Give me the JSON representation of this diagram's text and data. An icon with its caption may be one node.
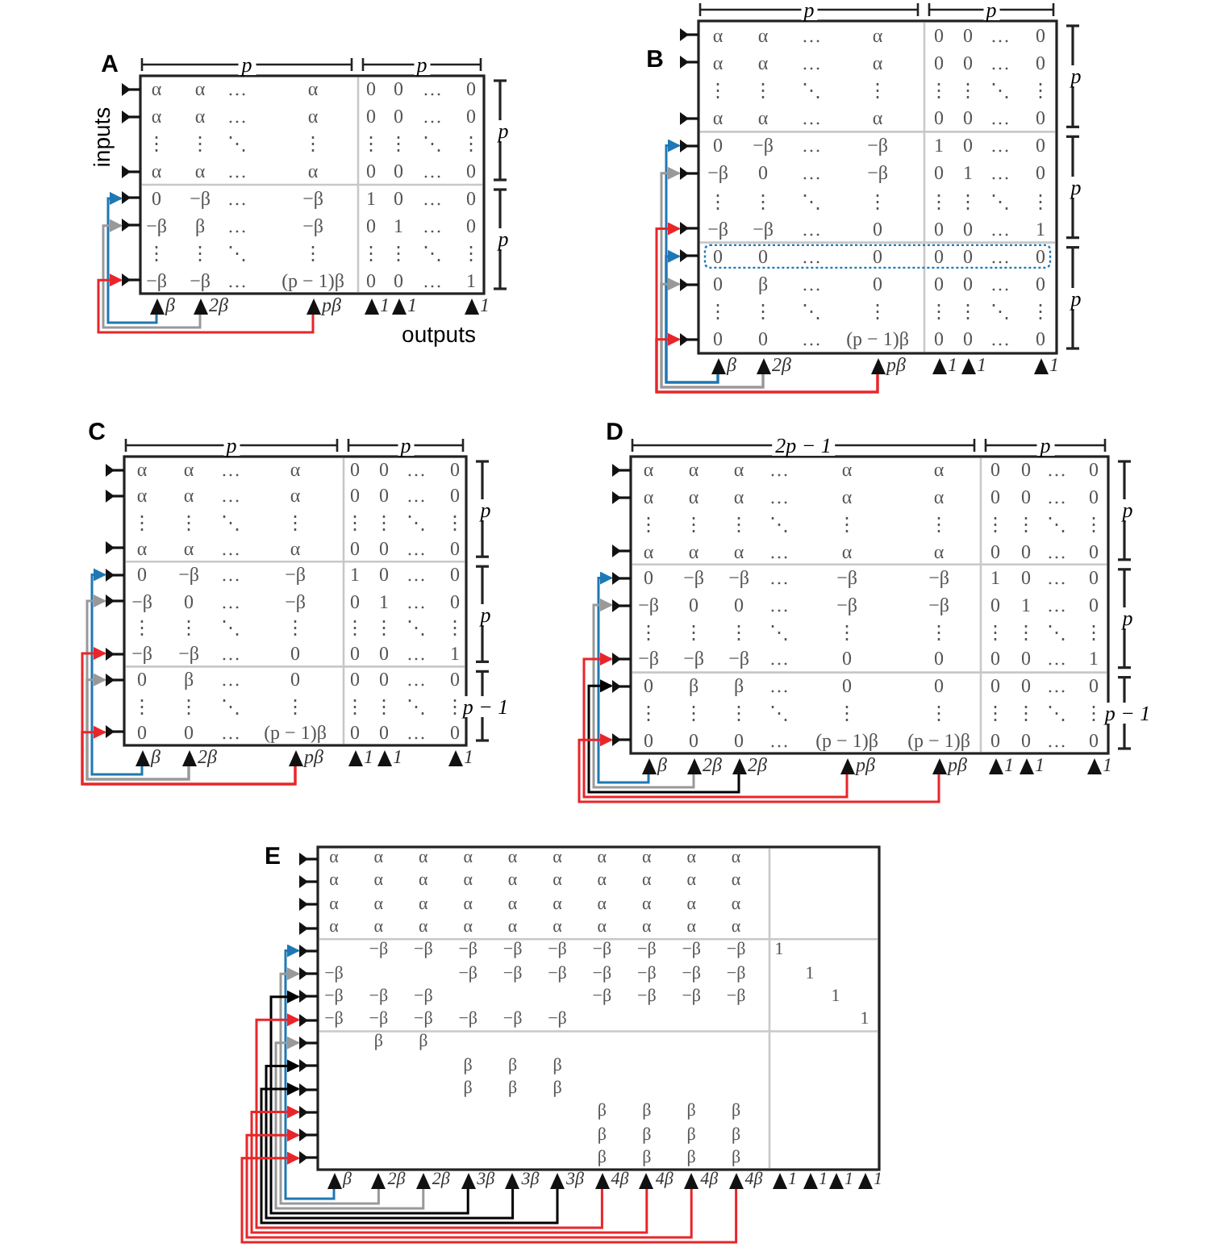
{
  "diagram": {
    "nodes": [
      {
        "text": [],
        "shape": "triangle"
      },
      {
        "text": [],
        "shape": "triangle"
      },
      {
        "text": [],
        "shape": "triangle"
      },
      {
        "text": [],
        "shape": "triangle"
      },
      {
        "text": [],
        "shape": "triangle"
      },
      {
        "text": [],
        "shape": "triangle"
      },
      {
        "text": [
          "β"
        ]
      },
      {
        "text": [
          "2β"
        ]
      },
      {
        "text": [
          "pβ"
        ]
      },
      {
        "text": [
          "1"
        ]
      },
      {
        "text": [
          "1"
        ]
      },
      {
        "text": [
          "1"
        ]
      },
      {
        "text": [],
        "shape": "triangle"
      },
      {
        "text": [],
        "shape": "triangle"
      },
      {
        "text": [],
        "shape": "triangle"
      },
      {
        "text": [],
        "shape": "triangle"
      },
      {
        "text": [],
        "shape": "triangle"
      },
      {
        "text": [],
        "shape": "triangle"
      },
      {
        "text": [],
        "shape": "triangle"
      },
      {
        "text": [],
        "shape": "triangle"
      },
      {
        "text": [],
        "shape": "triangle"
      },
      {
        "text": [
          "β"
        ]
      },
      {
        "text": [
          "2β"
        ]
      },
      {
        "text": [
          "pβ"
        ]
      },
      {
        "text": [
          "1"
        ]
      },
      {
        "text": [
          "1"
        ]
      },
      {
        "text": [
          "1"
        ]
      },
      {
        "text": [],
        "shape": "triangle"
      },
      {
        "text": [],
        "shape": "triangle"
      },
      {
        "text": [],
        "shape": "triangle"
      },
      {
        "text": [],
        "shape": "triangle"
      },
      {
        "text": [],
        "shape": "triangle"
      },
      {
        "text": [],
        "shape": "triangle"
      },
      {
        "text": [],
        "shape": "triangle"
      },
      {
        "text": [],
        "shape": "triangle"
      },
      {
        "text": [
          "β"
        ]
      },
      {
        "text": [
          "2β"
        ]
      },
      {
        "text": [
          "pβ"
        ]
      },
      {
        "text": [
          "1"
        ]
      },
      {
        "text": [
          "1"
        ]
      },
      {
        "text": [
          "1"
        ]
      },
      {
        "text": [],
        "shape": "triangle"
      },
      {
        "text": [],
        "shape": "triangle"
      },
      {
        "text": [],
        "shape": "triangle"
      },
      {
        "text": [],
        "shape": "triangle"
      },
      {
        "text": [],
        "shape": "triangle"
      },
      {
        "text": [],
        "shape": "triangle"
      },
      {
        "text": [],
        "shape": "triangle"
      },
      {
        "text": [],
        "shape": "triangle"
      },
      {
        "text": [
          "β"
        ]
      },
      {
        "text": [
          "2β"
        ]
      },
      {
        "text": [
          "2β"
        ]
      },
      {
        "text": [
          "pβ"
        ]
      },
      {
        "text": [
          "pβ"
        ]
      },
      {
        "text": [
          "1"
        ]
      },
      {
        "text": [
          "1"
        ]
      },
      {
        "text": [
          "1"
        ]
      },
      {
        "text": [],
        "shape": "triangle"
      },
      {
        "text": [],
        "shape": "triangle"
      },
      {
        "text": [],
        "shape": "triangle"
      },
      {
        "text": [],
        "shape": "triangle"
      },
      {
        "text": [],
        "shape": "triangle"
      },
      {
        "text": [],
        "shape": "triangle"
      },
      {
        "text": [],
        "shape": "triangle"
      },
      {
        "text": [],
        "shape": "triangle"
      },
      {
        "text": [],
        "shape": "triangle"
      },
      {
        "text": [],
        "shape": "triangle"
      },
      {
        "text": [],
        "shape": "triangle"
      },
      {
        "text": [],
        "shape": "triangle"
      },
      {
        "text": [],
        "shape": "triangle"
      },
      {
        "text": [],
        "shape": "triangle"
      },
      {
        "text": [
          "β"
        ]
      },
      {
        "text": [
          "2β"
        ]
      },
      {
        "text": [
          "2β"
        ]
      },
      {
        "text": [
          "3β"
        ]
      },
      {
        "text": [
          "3β"
        ]
      },
      {
        "text": [
          "3β"
        ]
      },
      {
        "text": [
          "4β"
        ]
      },
      {
        "text": [
          "4β"
        ]
      },
      {
        "text": [
          "4β"
        ]
      },
      {
        "text": [
          "4β"
        ]
      },
      {
        "text": [
          "1"
        ]
      },
      {
        "text": [
          "1"
        ]
      },
      {
        "text": [
          "1"
        ]
      },
      {
        "text": [
          "1"
        ]
      }
    ],
    "edges": [
      {
        "from": 6,
        "to": 3,
        "arrow": "to",
        "color": "#1f78b4"
      },
      {
        "from": 7,
        "to": 4,
        "arrow": "to",
        "color": "#999999"
      },
      {
        "from": 8,
        "to": 5,
        "arrow": "to",
        "color": "#e8262a"
      },
      {
        "from": 21,
        "to": 15,
        "arrow": "to",
        "color": "#1f78b4"
      },
      {
        "from": 21,
        "to": 18,
        "arrow": "to",
        "color": "#1f78b4"
      },
      {
        "from": 22,
        "to": 16,
        "arrow": "to",
        "color": "#999999"
      },
      {
        "from": 22,
        "to": 19,
        "arrow": "to",
        "color": "#999999"
      },
      {
        "from": 23,
        "to": 17,
        "arrow": "to",
        "color": "#e8262a"
      },
      {
        "from": 23,
        "to": 20,
        "arrow": "to",
        "color": "#e8262a"
      },
      {
        "from": 35,
        "to": 30,
        "arrow": "to",
        "color": "#1f78b4"
      },
      {
        "from": 36,
        "to": 31,
        "arrow": "to",
        "color": "#999999"
      },
      {
        "from": 36,
        "to": 33,
        "arrow": "to",
        "color": "#999999"
      },
      {
        "from": 37,
        "to": 32,
        "arrow": "to",
        "color": "#e8262a"
      },
      {
        "from": 37,
        "to": 34,
        "arrow": "to",
        "color": "#e8262a"
      },
      {
        "from": 49,
        "to": 44,
        "arrow": "to",
        "color": "#1f78b4"
      },
      {
        "from": 50,
        "to": 45,
        "arrow": "to",
        "color": "#999999"
      },
      {
        "from": 51,
        "to": 47,
        "arrow": "to",
        "color": "#000000"
      },
      {
        "from": 52,
        "to": 46,
        "arrow": "to",
        "color": "#e8262a"
      },
      {
        "from": 53,
        "to": 48,
        "arrow": "to",
        "color": "#e8262a"
      },
      {
        "from": 71,
        "to": 61,
        "arrow": "to",
        "color": "#1f78b4"
      },
      {
        "from": 72,
        "to": 62,
        "arrow": "to",
        "color": "#999999"
      },
      {
        "from": 73,
        "to": 65,
        "arrow": "to",
        "color": "#999999"
      },
      {
        "from": 74,
        "to": 63,
        "arrow": "to",
        "color": "#000000"
      },
      {
        "from": 75,
        "to": 66,
        "arrow": "to",
        "color": "#000000"
      },
      {
        "from": 76,
        "to": 67,
        "arrow": "to",
        "color": "#000000"
      },
      {
        "from": 77,
        "to": 64,
        "arrow": "to",
        "color": "#e8262a"
      },
      {
        "from": 78,
        "to": 68,
        "arrow": "to",
        "color": "#e8262a"
      },
      {
        "from": 79,
        "to": 69,
        "arrow": "to",
        "color": "#e8262a"
      },
      {
        "from": 80,
        "to": 70,
        "arrow": "to",
        "color": "#e8262a"
      }
    ],
    "labels": [
      "A",
      "p",
      "p",
      "inputs",
      "α",
      "α",
      "…",
      "α",
      "0",
      "0",
      "…",
      "0",
      "α",
      "α",
      "…",
      "α",
      "0",
      "0",
      "…",
      "0",
      "⋮",
      "⋮",
      "⋱",
      "⋮",
      "⋮",
      "⋮",
      "⋱",
      "⋮",
      "α",
      "α",
      "…",
      "α",
      "0",
      "0",
      "…",
      "0",
      "0",
      "−β",
      "…",
      "−β",
      "1",
      "0",
      "…",
      "0",
      "−β",
      "β",
      "…",
      "−β",
      "0",
      "1",
      "…",
      "0",
      "⋮",
      "⋮",
      "⋱",
      "⋮",
      "⋮",
      "⋮",
      "⋱",
      "⋮",
      "−β",
      "−β",
      "…",
      "(p − 1)β",
      "0",
      "0",
      "…",
      "1",
      "p",
      "p",
      "outputs",
      "B",
      "p",
      "p",
      "α",
      "α",
      "…",
      "α",
      "0",
      "0",
      "…",
      "0",
      "α",
      "α",
      "…",
      "α",
      "0",
      "0",
      "…",
      "0",
      "⋮",
      "⋮",
      "⋱",
      "⋮",
      "⋮",
      "⋮",
      "⋱",
      "⋮",
      "α",
      "α",
      "…",
      "α",
      "0",
      "0",
      "…",
      "0",
      "0",
      "−β",
      "…",
      "−β",
      "1",
      "0",
      "…",
      "0",
      "−β",
      "0",
      "…",
      "−β",
      "0",
      "1",
      "…",
      "0",
      "⋮",
      "⋮",
      "⋱",
      "⋮",
      "⋮",
      "⋮",
      "⋱",
      "⋮",
      "−β",
      "−β",
      "…",
      "0",
      "0",
      "0",
      "…",
      "1",
      "0",
      "0",
      "…",
      "0",
      "0",
      "0",
      "…",
      "0",
      "0",
      "β",
      "…",
      "0",
      "0",
      "0",
      "…",
      "0",
      "⋮",
      "⋮",
      "⋱",
      "⋮",
      "⋮",
      "⋮",
      "⋱",
      "⋮",
      "0",
      "0",
      "…",
      "(p − 1)β",
      "0",
      "0",
      "…",
      "0",
      "p",
      "p",
      "p",
      "C",
      "p",
      "p",
      "α",
      "α",
      "…",
      "α",
      "0",
      "0",
      "…",
      "0",
      "α",
      "α",
      "…",
      "α",
      "0",
      "0",
      "…",
      "0",
      "⋮",
      "⋮",
      "⋱",
      "⋮",
      "⋮",
      "⋮",
      "⋱",
      "⋮",
      "α",
      "α",
      "…",
      "α",
      "0",
      "0",
      "…",
      "0",
      "0",
      "−β",
      "…",
      "−β",
      "1",
      "0",
      "…",
      "0",
      "−β",
      "0",
      "…",
      "−β",
      "0",
      "1",
      "…",
      "0",
      "⋮",
      "⋮",
      "⋱",
      "⋮",
      "⋮",
      "⋮",
      "⋱",
      "⋮",
      "−β",
      "−β",
      "…",
      "0",
      "0",
      "0",
      "…",
      "1",
      "0",
      "β",
      "…",
      "0",
      "0",
      "0",
      "…",
      "0",
      "⋮",
      "⋮",
      "⋱",
      "⋮",
      "⋮",
      "⋮",
      "⋱",
      "⋮",
      "0",
      "0",
      "…",
      "(p − 1)β",
      "0",
      "0",
      "…",
      "0",
      "p",
      "p",
      "p − 1",
      "D",
      "2p − 1",
      "p",
      "α",
      "α",
      "α",
      "…",
      "α",
      "α",
      "0",
      "0",
      "…",
      "0",
      "α",
      "α",
      "α",
      "…",
      "α",
      "α",
      "0",
      "0",
      "…",
      "0",
      "⋮",
      "⋮",
      "⋮",
      "⋱",
      "⋮",
      "⋮",
      "⋮",
      "⋮",
      "⋱",
      "⋮",
      "α",
      "α",
      "α",
      "…",
      "α",
      "α",
      "0",
      "0",
      "…",
      "0",
      "0",
      "−β",
      "−β",
      "…",
      "−β",
      "−β",
      "1",
      "0",
      "…",
      "0",
      "−β",
      "0",
      "0",
      "…",
      "−β",
      "−β",
      "0",
      "1",
      "…",
      "0",
      "⋮",
      "⋮",
      "⋮",
      "⋱",
      "⋮",
      "⋮",
      "⋮",
      "⋮",
      "⋱",
      "⋮",
      "−β",
      "−β",
      "−β",
      "…",
      "0",
      "0",
      "0",
      "0",
      "…",
      "1",
      "0",
      "β",
      "β",
      "…",
      "0",
      "0",
      "0",
      "0",
      "…",
      "0",
      "⋮",
      "⋮",
      "⋮",
      "⋱",
      "⋮",
      "⋮",
      "⋮",
      "⋮",
      "⋱",
      "⋮",
      "0",
      "0",
      "0",
      "…",
      "(p − 1)β",
      "(p − 1)β",
      "0",
      "0",
      "…",
      "0",
      "p",
      "p",
      "p − 1",
      "E",
      "α",
      "α",
      "α",
      "α",
      "α",
      "α",
      "α",
      "α",
      "α",
      "α",
      "α",
      "α",
      "α",
      "α",
      "α",
      "α",
      "α",
      "α",
      "α",
      "α",
      "α",
      "α",
      "α",
      "α",
      "α",
      "α",
      "α",
      "α",
      "α",
      "α",
      "α",
      "α",
      "α",
      "α",
      "α",
      "α",
      "α",
      "α",
      "α",
      "α",
      "−β",
      "−β",
      "−β",
      "−β",
      "−β",
      "−β",
      "−β",
      "−β",
      "−β",
      "1",
      "−β",
      "−β",
      "−β",
      "−β",
      "−β",
      "−β",
      "−β",
      "−β",
      "1",
      "−β",
      "−β",
      "−β",
      "−β",
      "−β",
      "−β",
      "−β",
      "1",
      "−β",
      "−β",
      "−β",
      "−β",
      "−β",
      "−β",
      "1",
      "β",
      "β",
      "β",
      "β",
      "β",
      "β",
      "β",
      "β",
      "β",
      "β",
      "β",
      "β",
      "β",
      "β",
      "β",
      "β",
      "β",
      "β",
      "β",
      "β"
    ]
  }
}
